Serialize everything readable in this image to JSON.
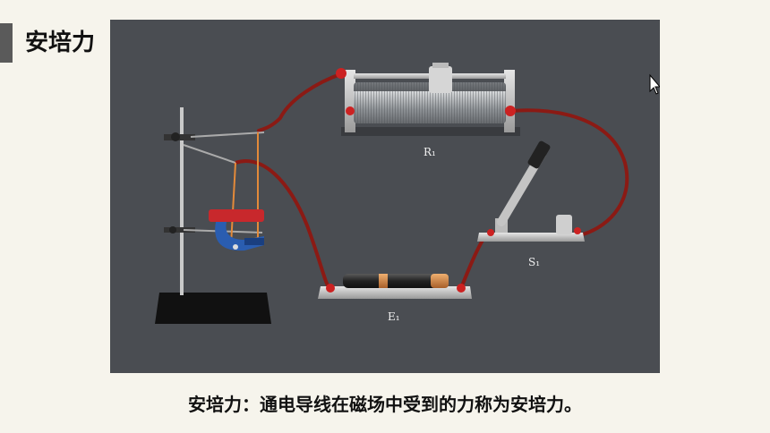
{
  "slide": {
    "title": "安培力",
    "caption": "安培力：通电导线在磁场中受到的力称为安培力。"
  },
  "diagram": {
    "labels": {
      "rheostat": "R₁",
      "switch": "S₁",
      "battery": "E₁"
    },
    "colors": {
      "background": "#4a4d52",
      "wire": "#8b1a14",
      "magnet_red": "#c8282c",
      "magnet_blue": "#2a5db0"
    }
  }
}
